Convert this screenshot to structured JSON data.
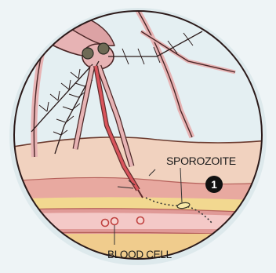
{
  "labels": {
    "sporozoite": "SPOROZOITE",
    "blood_cell": "BLOOD CELL"
  },
  "step_badge": "1",
  "colors": {
    "background": "#eef4f6",
    "sky": "#e4eff2",
    "mosquito_body": "#e7b3b4",
    "mosquito_outline": "#4a2626",
    "proboscis": "#d9555c",
    "skin_top": "#f1d2bf",
    "skin_pink": "#e8a9a0",
    "tissue_yellow": "#f2d890",
    "vessel_wall": "#e09a97",
    "vessel_lumen": "#f4c9c7",
    "deep_tissue": "#f0cc8d",
    "blood_cell": "#d35a57"
  },
  "icons": [
    "mosquito-illustration",
    "sporozoite-icon",
    "blood-cell-icon"
  ]
}
